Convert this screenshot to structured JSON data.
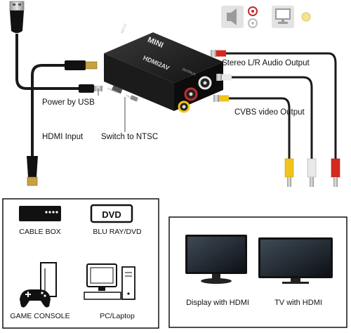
{
  "device": {
    "brand": "MINI",
    "model": "HDMI2AV",
    "port_input": "INPUT",
    "port_output": "OUTPUT",
    "usb_port": "POWER",
    "switch_port": "PAL NTSC"
  },
  "labels": {
    "power": "Power by USB",
    "hdmi_input": "HDMI Input",
    "switch": "Switch to NTSC",
    "audio_output": "Stereo L/R Audio Output",
    "video_output": "CVBS video Output"
  },
  "sources": [
    {
      "label": "CABLE BOX"
    },
    {
      "label": "BLU RAY/DVD",
      "badge": "DVD"
    },
    {
      "label": "GAME CONSOLE"
    },
    {
      "label": "PC/Laptop"
    }
  ],
  "displays": [
    {
      "label": "Display with HDMI"
    },
    {
      "label": "TV with HDMI"
    }
  ],
  "colors": {
    "cable": "#1a1a1a",
    "device": "#141414",
    "rca_red": "#d42a1e",
    "rca_white": "#e9e9e9",
    "rca_yellow": "#f0c419",
    "icon_gray": "#cfcfcf",
    "dot_yellow": "#f7e38a"
  }
}
